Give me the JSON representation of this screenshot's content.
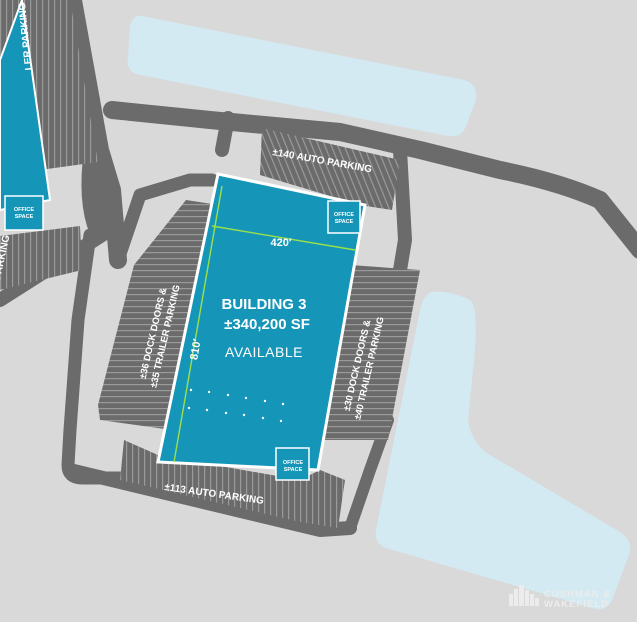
{
  "colors": {
    "background": "#d9d9d9",
    "road": "#6b6b6b",
    "building": "#1596b9",
    "building_outline": "#ffffff",
    "water": "#d3eaf3",
    "dimension_line": "#9be04a"
  },
  "building": {
    "title": "BUILDING 3",
    "area": "±340,200 SF",
    "status": "AVAILABLE",
    "width": "420′",
    "length": "810′",
    "office_top": [
      "OFFICE",
      "SPACE"
    ],
    "office_bottom": [
      "OFFICE",
      "SPACE"
    ]
  },
  "parking": {
    "north": "±140 AUTO PARKING",
    "south": "±113 AUTO PARKING",
    "west_line1": "±36 DOCK DOORS &",
    "west_line2": "±35 TRAILER PARKING",
    "east_line1": "±30 DOCK DOORS &",
    "east_line2": "±40 TRAILER PARKING"
  },
  "neighbor": {
    "label_top": "LER PARKING",
    "label_bottom": "PARKING",
    "office": [
      "OFFICE",
      "SPACE"
    ]
  },
  "watermark": {
    "line1": "CUSHMAN &",
    "line2": "WAKEFIELD",
    "icon": "city-skyline-icon"
  }
}
